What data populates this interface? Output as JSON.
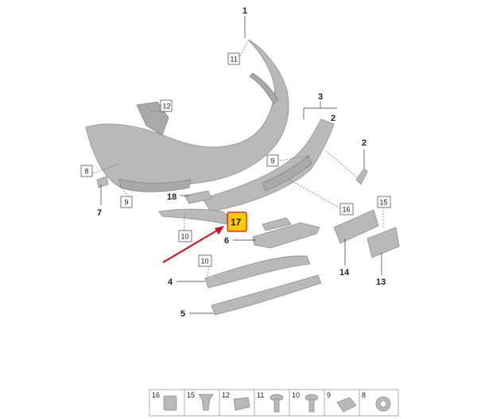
{
  "diagram": {
    "callouts": {
      "c1": "1",
      "c2a": "2",
      "c2b": "2",
      "c3": "3",
      "c4": "4",
      "c5": "5",
      "c6": "6",
      "c7": "7",
      "c13": "13",
      "c14": "14",
      "c18": "18"
    },
    "boxed_refs": {
      "b11": "11",
      "b12": "12",
      "b8": "8",
      "b9a": "9",
      "b9b": "9",
      "b16": "16",
      "b15": "15",
      "b10a": "10",
      "b10b": "10"
    },
    "highlight": {
      "label": "17",
      "fill": "#ffcc00",
      "border": "#e30613",
      "arrow": "#e30613"
    },
    "legend": [
      "16",
      "15",
      "12",
      "11",
      "10",
      "9",
      "8"
    ],
    "colors": {
      "part_fill": "#b9b9b9",
      "part_stroke": "#8f8f8f",
      "leader": "#333333"
    }
  }
}
